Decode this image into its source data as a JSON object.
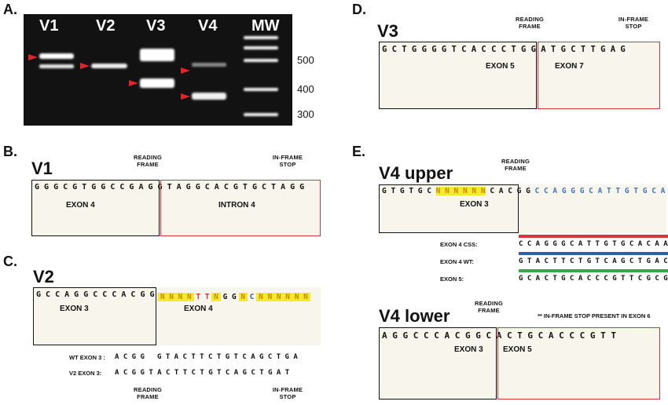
{
  "panels": {
    "a": {
      "letter": "A.",
      "lanes": [
        "V1",
        "V2",
        "V3",
        "V4",
        "MW"
      ],
      "mw_marks": [
        "500",
        "400",
        "300"
      ]
    },
    "b": {
      "letter": "B.",
      "title": "V1",
      "sequence": "G G G C G T G G C C G A G G T A G G C A C G T G C T A G G",
      "exon_left": "EXON 4",
      "exon_right": "INTRON 4",
      "reading_frame": "READING FRAME",
      "in_frame_stop": "IN-FRAME STOP"
    },
    "c": {
      "letter": "C.",
      "title": "V2",
      "sequence_left": "G C C A G G C C C A C G G",
      "sequence_right_chars": [
        "N",
        "N",
        "N",
        "N",
        "T",
        "T",
        "N",
        "G",
        "G",
        "N",
        "C",
        "N",
        "N",
        "N",
        "N",
        "N",
        "N"
      ],
      "exon_left": "EXON 3",
      "exon_right": "EXON 4",
      "wt_label": "WT EXON 3 :",
      "wt_left": "A C G G",
      "wt_right": "G T A C T T C T G T C A G C T G A",
      "v2_label": "V2 EXON 3:",
      "v2_seq": "A C G G T A C T T C T G T C A G C T G A T",
      "reading_frame": "READING FRAME",
      "in_frame_stop": "IN-FRAME STOP"
    },
    "d": {
      "letter": "D.",
      "title": "V3",
      "sequence": "G C T G G G G T C A C C C T G G A T G C T T G A G",
      "exon_left": "EXON 5",
      "exon_right": "EXON 7",
      "reading_frame": "READING FRAME",
      "in_frame_stop": "IN-FRAME STOP"
    },
    "e": {
      "letter": "E.",
      "upper_title": "V4 upper",
      "upper_seq_left": "G T G T G C",
      "upper_seq_n": "N N N N N N",
      "upper_seq_mid": "C A C G G",
      "upper_seq_right": "C C A G G G C A T T G T G C A C A A",
      "upper_exon": "EXON 3",
      "reading_frame": "READING FRAME",
      "rows": [
        {
          "label": "EXON 4 CSS:",
          "seq": "C C A G G G C A T T G T G C A C A A",
          "color": "#d9343c"
        },
        {
          "label": "EXON 4 WT:",
          "seq": "G T A C T T C T G T C A G C T G A C",
          "color": "#2f5fb5"
        },
        {
          "label": "EXON 5:",
          "seq": "G C A C T G C A C C C G T T C G C G",
          "color": "#3aa645"
        }
      ],
      "lower_title": "V4 lower",
      "lower_note": "** IN-FRAME STOP PRESENT IN EXON 6",
      "lower_sequence": "A G G C C C A C G G C A C T G C A C C C G T T",
      "lower_exon_left": "EXON 3",
      "lower_exon_right": "EXON 5"
    }
  },
  "colors": {
    "base_A": "#3aa645",
    "base_C": "#2f5fb5",
    "base_G": "#111111",
    "base_T": "#d9343c",
    "box_black": "#111111",
    "box_red": "#d9343c",
    "bracket": "#4aa8a0",
    "n_highlight": "#f2ea2a",
    "gel_bg": "#121212",
    "arrow": "#e0262b"
  }
}
